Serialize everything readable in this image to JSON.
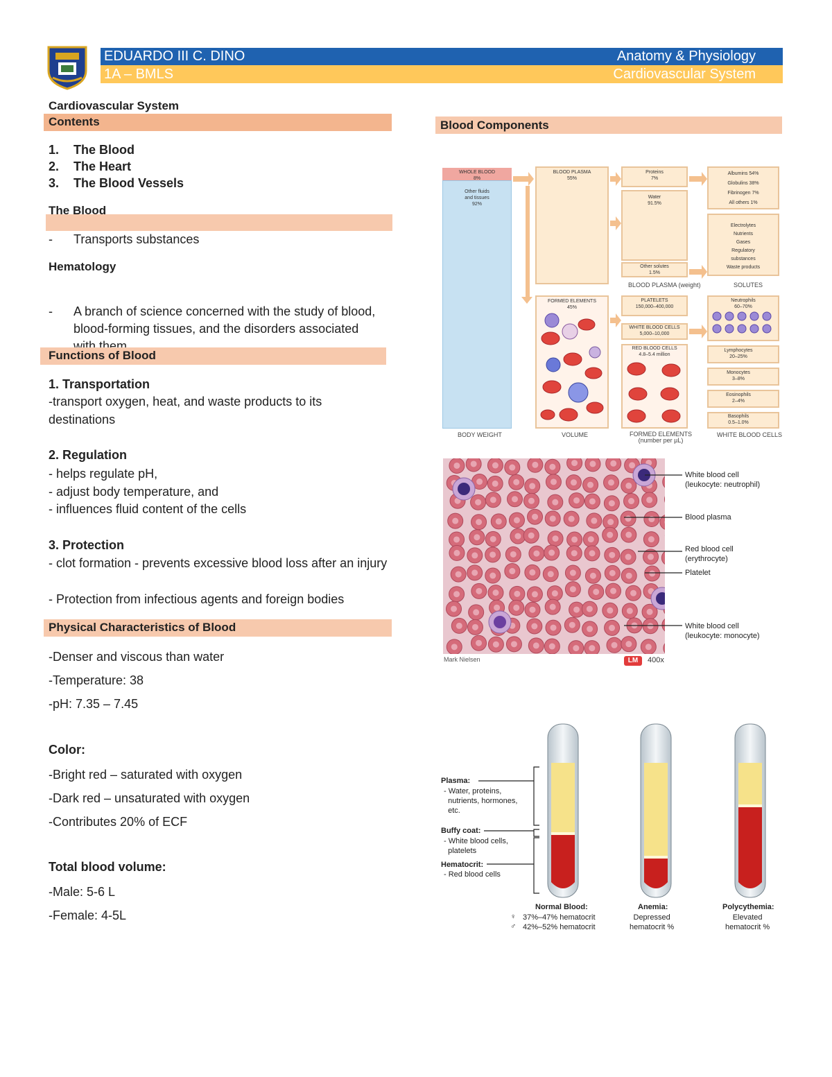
{
  "header": {
    "name": "EDUARDO III C. DINO",
    "subject": "Anatomy & Physiology",
    "class": "1A – BMLS",
    "topic": "Cardiovascular System"
  },
  "left": {
    "doc_title": "Cardiovascular System",
    "contents_heading": "Contents",
    "contents": [
      {
        "num": "1.",
        "label": "The Blood"
      },
      {
        "num": "2.",
        "label": "The Heart"
      },
      {
        "num": "3.",
        "label": "The Blood Vessels"
      }
    ],
    "blood_heading": "The Blood",
    "blood_bullet": "Transports substances",
    "hematology_heading": "Hematology",
    "hematology_bullet": "A branch of science concerned with the study of blood, blood-forming tissues, and the disorders associated with them",
    "functions_heading": "Functions of Blood",
    "transport_heading": "1. Transportation",
    "transport_text": "-transport oxygen, heat, and waste products to its destinations",
    "regulation_heading": "2. Regulation",
    "regulation_lines": [
      "- helps regulate pH,",
      "- adjust body temperature, and",
      "- influences fluid content of the cells"
    ],
    "protection_heading": "3. Protection",
    "protection_line1": "- clot formation - prevents excessive blood loss after an injury",
    "protection_line2": "- Protection from infectious agents and foreign bodies",
    "physical_heading": "Physical Characteristics of Blood",
    "physical_lines": [
      "-Denser and viscous than water",
      "-Temperature: 38",
      "-pH: 7.35 – 7.45"
    ],
    "color_heading": "Color:",
    "color_lines": [
      "-Bright red – saturated with oxygen",
      "-Dark red – unsaturated with oxygen",
      "-Contributes 20% of ECF"
    ],
    "volume_heading": "Total blood volume:",
    "volume_lines": [
      "-Male: 5-6 L",
      "-Female: 4-5L"
    ]
  },
  "right": {
    "components_heading": "Blood Components",
    "composition": {
      "whole_blood": "WHOLE BLOOD\n8%",
      "other_fluids": "Other fluids\nand tissues\n92%",
      "plasma": "BLOOD PLASMA\n55%",
      "proteins": "Proteins\n7%",
      "water": "Water\n91.5%",
      "other_solutes": "Other solutes\n1.5%",
      "albumins": "Albumins 54%",
      "globulins": "Globulins 38%",
      "fibrinogen": "Fibrinogen 7%",
      "all_others": "All others 1%",
      "solutes_list": "Electrolytes\nNutrients\nGases\nRegulatory\nsubstances\nWaste products",
      "plasma_weight": "BLOOD PLASMA (weight)",
      "solutes": "SOLUTES",
      "formed": "FORMED ELEMENTS\n45%",
      "platelets": "PLATELETS\n150,000–400,000",
      "wbc": "WHITE BLOOD CELLS\n5,000–10,000",
      "rbc": "RED BLOOD CELLS\n4.8–5.4 million",
      "neutrophils": "Neutrophils\n60–70%",
      "lymphocytes": "Lymphocytes\n20–25%",
      "monocytes": "Monocytes\n3–8%",
      "eosinophils": "Eosinophils\n2–4%",
      "basophils": "Basophils\n0.5–1.0%",
      "body_weight": "BODY WEIGHT",
      "volume": "VOLUME",
      "formed_elements": "FORMED ELEMENTS\n(number per µL)",
      "white_blood_cells": "WHITE BLOOD CELLS"
    },
    "smear": {
      "label1": "White blood cell\n(leukocyte: neutrophil)",
      "label2": "Blood plasma",
      "label3": "Red blood cell\n(erythrocyte)",
      "label4": "Platelet",
      "label5": "White blood cell\n(leukocyte: monocyte)",
      "credit": "Mark Nielsen",
      "lm": "LM",
      "mag": "400x"
    },
    "hematocrit": {
      "plasma_title": "Plasma:",
      "plasma_desc": "- Water, proteins,\n  nutrients, hormones,\n  etc.",
      "buffy_title": "Buffy coat:",
      "buffy_desc": "- White blood cells,\n  platelets",
      "hct_title": "Hematocrit:",
      "hct_desc": "- Red blood cells",
      "normal_title": "Normal Blood:",
      "normal_female": "37%–47% hematocrit",
      "normal_male": "42%–52% hematocrit",
      "anemia_title": "Anemia:",
      "anemia_desc": "Depressed\nhematocrit %",
      "poly_title": "Polycythemia:",
      "poly_desc": "Elevated\nhematocrit %"
    }
  },
  "colors": {
    "header_blue": "#1f62b0",
    "header_yellow": "#ffc85a",
    "section_band": "#f7c9ad",
    "contents_band": "#f3b58e"
  }
}
